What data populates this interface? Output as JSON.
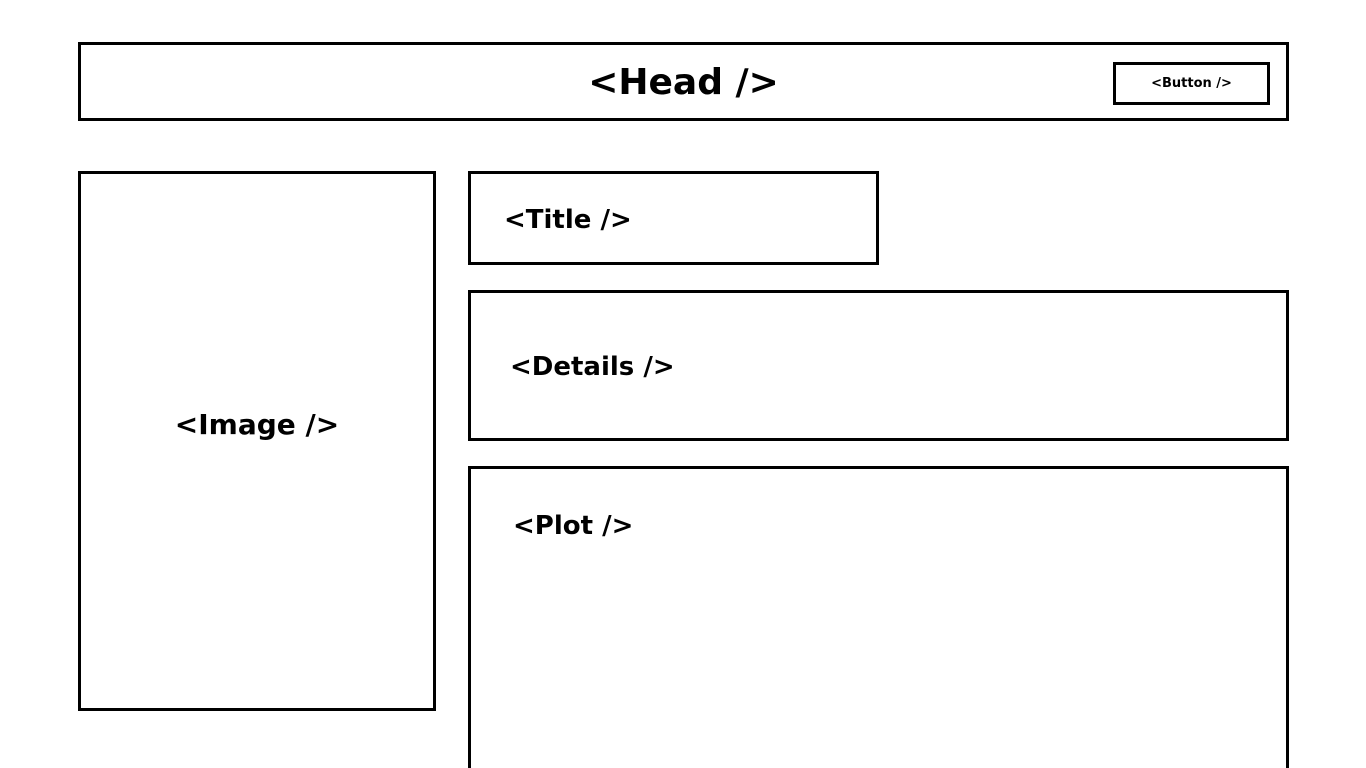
{
  "head": {
    "label": "<Head />"
  },
  "button": {
    "label": "<Button />"
  },
  "image": {
    "label": "<Image />"
  },
  "title": {
    "label": "<Title />"
  },
  "details": {
    "label": "<Details />"
  },
  "plot": {
    "label": "<Plot />"
  }
}
